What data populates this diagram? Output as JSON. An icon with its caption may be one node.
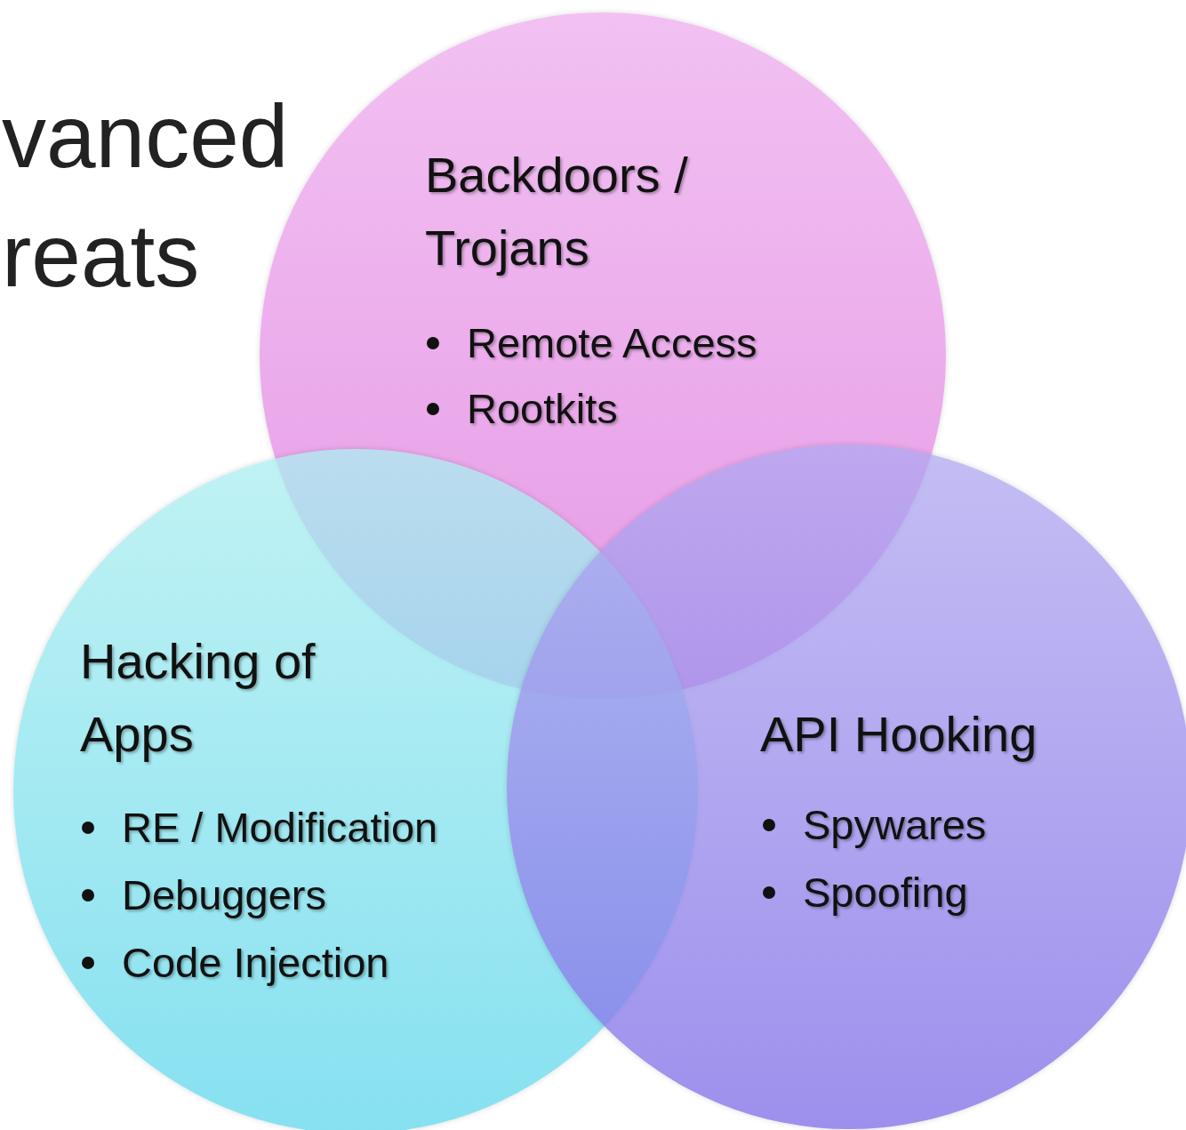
{
  "diagram": {
    "nodes": [
      {
        "text": [
          "Backdoors / Trojans",
          "Remote Access",
          "Rootkits"
        ]
      },
      {
        "text": [
          "Hacking of Apps",
          "RE / Modification",
          "Debuggers",
          "Code Injection"
        ]
      },
      {
        "text": [
          "API Hooking",
          "Spywares",
          "Spoofing"
        ]
      }
    ],
    "edges": [],
    "labels": [
      "vanced",
      "reats"
    ]
  }
}
